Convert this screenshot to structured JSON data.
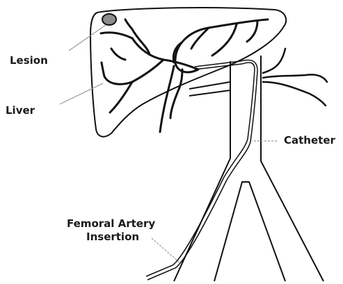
{
  "labels": {
    "lesion": "Lesion",
    "liver": "Liver",
    "catheter": "Catheter",
    "femoral_line1": "Femoral Artery",
    "femoral_line2": "Insertion"
  },
  "colors": {
    "stroke": "#111111",
    "lesion_fill": "#8c8c8c",
    "leader": "#999999"
  }
}
